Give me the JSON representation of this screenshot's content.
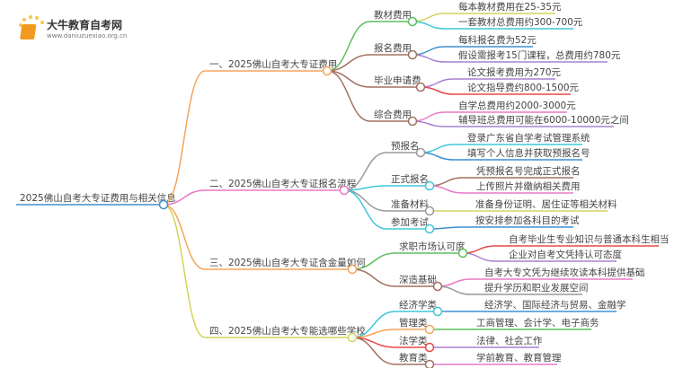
{
  "logo": {
    "title": "大牛教育自考网",
    "url": "www.daniuzuexiao.org.cn"
  },
  "root": "2025佛山自考大专证费用与相关信息",
  "branches": [
    {
      "label": "一、2025佛山自考大专证费用",
      "color": "#f5a55a",
      "children": [
        {
          "label": "教材费用",
          "color": "#5cbf5c",
          "leaves": [
            {
              "text": "每本教材费用在25-35元",
              "color": "#d4d45a"
            },
            {
              "text": "一套教材总费用约300-700元",
              "color": "#3ec8d8"
            }
          ]
        },
        {
          "label": "报名费用",
          "color": "#a07060",
          "leaves": [
            {
              "text": "每科报名费为52元",
              "color": "#3f8fd0"
            },
            {
              "text": "假设需报考15门课程，总费用约780元",
              "color": "#a880d0"
            }
          ]
        },
        {
          "label": "毕业申请费",
          "color": "#a07060",
          "leaves": [
            {
              "text": "论文报考费用为270元",
              "color": "#a880d0"
            },
            {
              "text": "论文指导费约800-1500元",
              "color": "#e84848"
            }
          ]
        },
        {
          "label": "综合费用",
          "color": "#a07060",
          "leaves": [
            {
              "text": "自学总费用约2000-3000元",
              "color": "#e87ac8"
            },
            {
              "text": "辅导班总费用可能在6000-10000元之间",
              "color": "#a880d0"
            }
          ]
        }
      ]
    },
    {
      "label": "二、2025佛山自考大专证报名流程",
      "color": "#e87ac8",
      "children": [
        {
          "label": "预报名",
          "color": "#999999",
          "leaves": [
            {
              "text": "登录广东省自学考试管理系统",
              "color": "#3ec8d8"
            },
            {
              "text": "填写个人信息并获取预报名号",
              "color": "#3f8fd0"
            }
          ]
        },
        {
          "label": "正式报名",
          "color": "#3ec8d8",
          "leaves": [
            {
              "text": "凭预报名号完成正式报名",
              "color": "#a07060"
            },
            {
              "text": "上传照片并缴纳相关费用",
              "color": "#e87ac8"
            }
          ]
        },
        {
          "label": "准备材料",
          "color": "#999999",
          "leaves": [
            {
              "text": "准备身份证明、居住证等相关材料",
              "color": "#d4d45a"
            }
          ]
        },
        {
          "label": "参加考试",
          "color": "#3ec8d8",
          "leaves": [
            {
              "text": "按安排参加各科目的考试",
              "color": "#3f8fd0"
            }
          ]
        }
      ]
    },
    {
      "label": "三、2025佛山自考大专证含金量如何",
      "color": "#f5a55a",
      "children": [
        {
          "label": "求职市场认可度",
          "color": "#5cbf5c",
          "leaves": [
            {
              "text": "自考毕业生专业知识与普通本科生相当",
              "color": "#e84848"
            },
            {
              "text": "企业对自考文凭持认可态度",
              "color": "#a880d0"
            }
          ]
        },
        {
          "label": "深造基础",
          "color": "#a07060",
          "leaves": [
            {
              "text": "自考大专文凭为继续攻读本科提供基础",
              "color": "#e87ac8"
            },
            {
              "text": "提升学历和职业发展空间",
              "color": "#999999"
            }
          ]
        }
      ]
    },
    {
      "label": "四、2025佛山自考大专能选哪些学校",
      "color": "#d4d45a",
      "children": [
        {
          "label": "经济学类",
          "color": "#3ec8d8",
          "leaves": [
            {
              "text": "经济学、国际经济与贸易、金融学",
              "color": "#3f8fd0"
            }
          ]
        },
        {
          "label": "管理类",
          "color": "#f5a55a",
          "leaves": [
            {
              "text": "工商管理、会计学、电子商务",
              "color": "#5cbf5c"
            }
          ]
        },
        {
          "label": "法学类",
          "color": "#e84848",
          "leaves": [
            {
              "text": "法律、社会工作",
              "color": "#a880d0"
            }
          ]
        },
        {
          "label": "教育类",
          "color": "#a07060",
          "leaves": [
            {
              "text": "学前教育、教育管理",
              "color": "#e87ac8"
            }
          ]
        }
      ]
    }
  ]
}
